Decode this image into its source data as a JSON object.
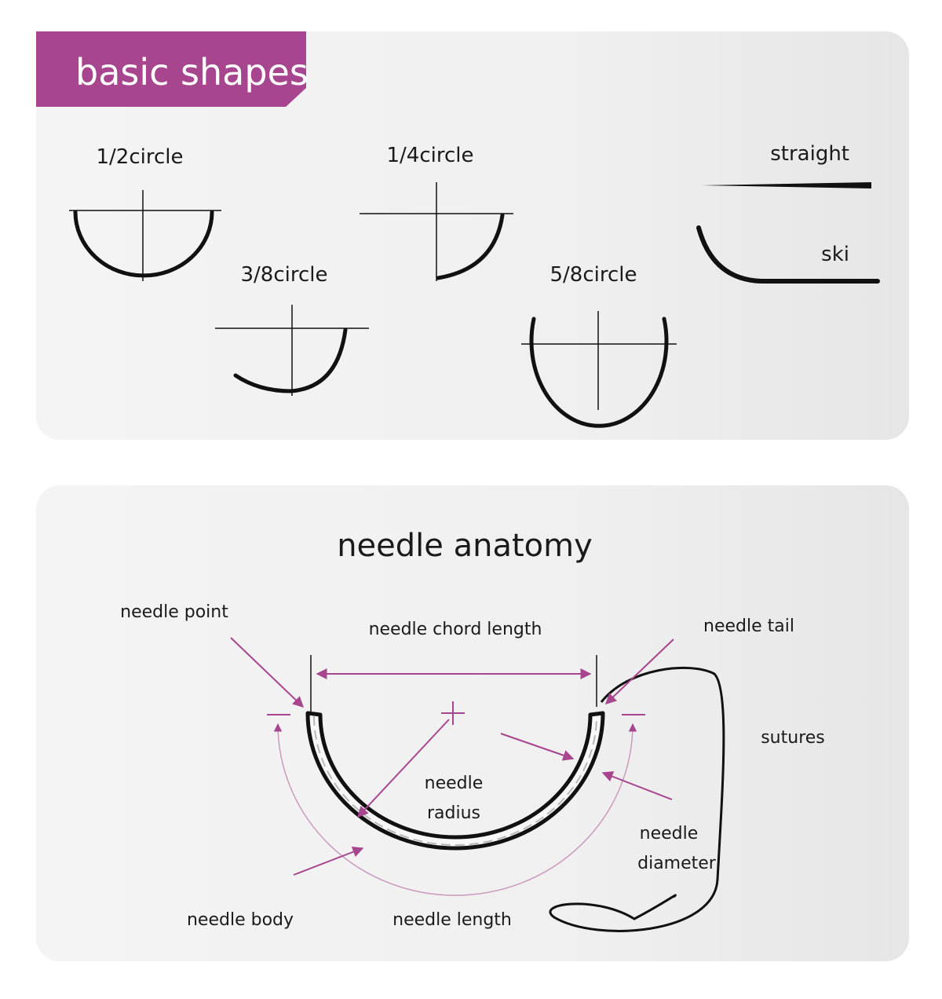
{
  "header": {
    "title": "basic shapes"
  },
  "shapes": {
    "half_circle": "1/2circle",
    "quarter_circle": "1/4circle",
    "three_eighths_circle": "3/8circle",
    "five_eighths_circle": "5/8circle",
    "straight": "straight",
    "ski": "ski"
  },
  "anatomy": {
    "title": "needle anatomy",
    "needle_point": "needle point",
    "chord_length": "needle chord length",
    "needle_tail": "needle tail",
    "sutures": "sutures",
    "radius_line1": "needle",
    "radius_line2": "radius",
    "diameter_line1": "needle",
    "diameter_line2": "diameter",
    "needle_body": "needle body",
    "needle_length": "needle length"
  },
  "colors": {
    "accent": "#a8458f",
    "stroke": "#111111",
    "panel_bg": "#f0f0f0"
  }
}
